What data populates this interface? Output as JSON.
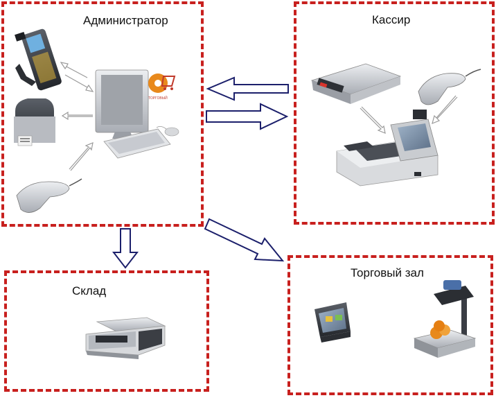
{
  "roles": {
    "admin": "Администратор",
    "cashier": "Кассир",
    "warehouse": "Склад",
    "sales_floor": "Торговый зал"
  },
  "logo_text": "ТОРГОВЫЙ",
  "colors": {
    "frame": "#c8201e",
    "arrow_stroke": "#1b1f6b",
    "device_grey": "#b9bcc2",
    "device_dark": "#3a3d44",
    "accent_orange": "#e8891c"
  }
}
